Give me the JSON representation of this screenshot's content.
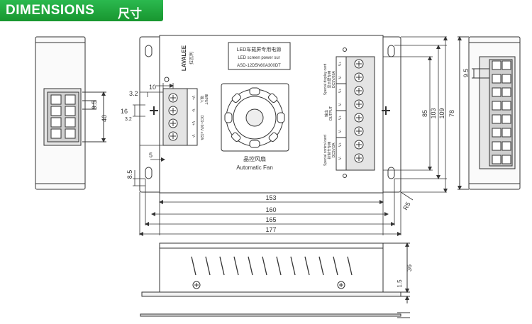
{
  "header": {
    "title": "DIMENSIONS",
    "subtitle": "尺寸"
  },
  "product": {
    "brand": "LAVALEE",
    "brand_cn": "拉瓦利",
    "label_cn": "LED车载屏专用电源",
    "label_en": "LED screen power sur",
    "model": "ASD-12D5N60A300DT",
    "fan_cn": "晶控风扇",
    "fan_en": "Automatic Fan"
  },
  "terminals": {
    "input_labels": [
      "输入",
      "INPUT",
      "DC9~36V ≤32A"
    ],
    "display_card_labels": [
      "Special display card",
      "显示屏专用",
      "DC5V/60A"
    ],
    "output_labels": [
      "输出",
      "OUTPUT"
    ],
    "control_card_labels": [
      "Special control card",
      "控制卡专用",
      "DC5V/3A"
    ],
    "pin_plus": "V+",
    "pin_minus": "V-"
  },
  "dimensions": {
    "d_3_2_top": "3.2",
    "d_10": "10",
    "d_16": "16",
    "d_3_2_mid": "3.2",
    "d_5": "5",
    "d_8_5": "8.5",
    "d_153": "153",
    "d_160": "160",
    "d_165": "165",
    "d_177": "177",
    "d_85": "85",
    "d_103": "103",
    "d_109": "109",
    "d_r5": "R5",
    "d_78": "78",
    "d_9_5_right": "9.5",
    "d_9_5_left": "9.5",
    "d_40": "40",
    "d_36": "36",
    "d_1_5": "1.5"
  },
  "colors": {
    "banner": "#1fa83b",
    "line": "#333333"
  }
}
